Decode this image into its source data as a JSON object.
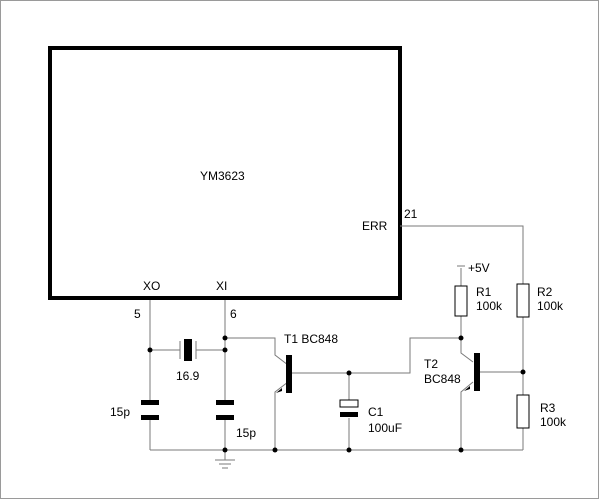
{
  "chip": {
    "name": "YM3623",
    "pins": {
      "err": {
        "label": "ERR",
        "number": "21"
      },
      "xo": {
        "label": "XO",
        "number": "5"
      },
      "xi": {
        "label": "XI",
        "number": "6"
      }
    }
  },
  "components": {
    "crystal": {
      "value": "16.9"
    },
    "cap_left": {
      "value": "15p"
    },
    "cap_right": {
      "value": "15p"
    },
    "t1": {
      "label": "T1 BC848"
    },
    "t2": {
      "name": "T2",
      "value": "BC848"
    },
    "c1": {
      "name": "C1",
      "value": "100uF"
    },
    "r1": {
      "name": "R1",
      "value": "100k"
    },
    "r2": {
      "name": "R2",
      "value": "100k"
    },
    "r3": {
      "name": "R3",
      "value": "100k"
    },
    "supply": {
      "label": "+5V"
    }
  }
}
